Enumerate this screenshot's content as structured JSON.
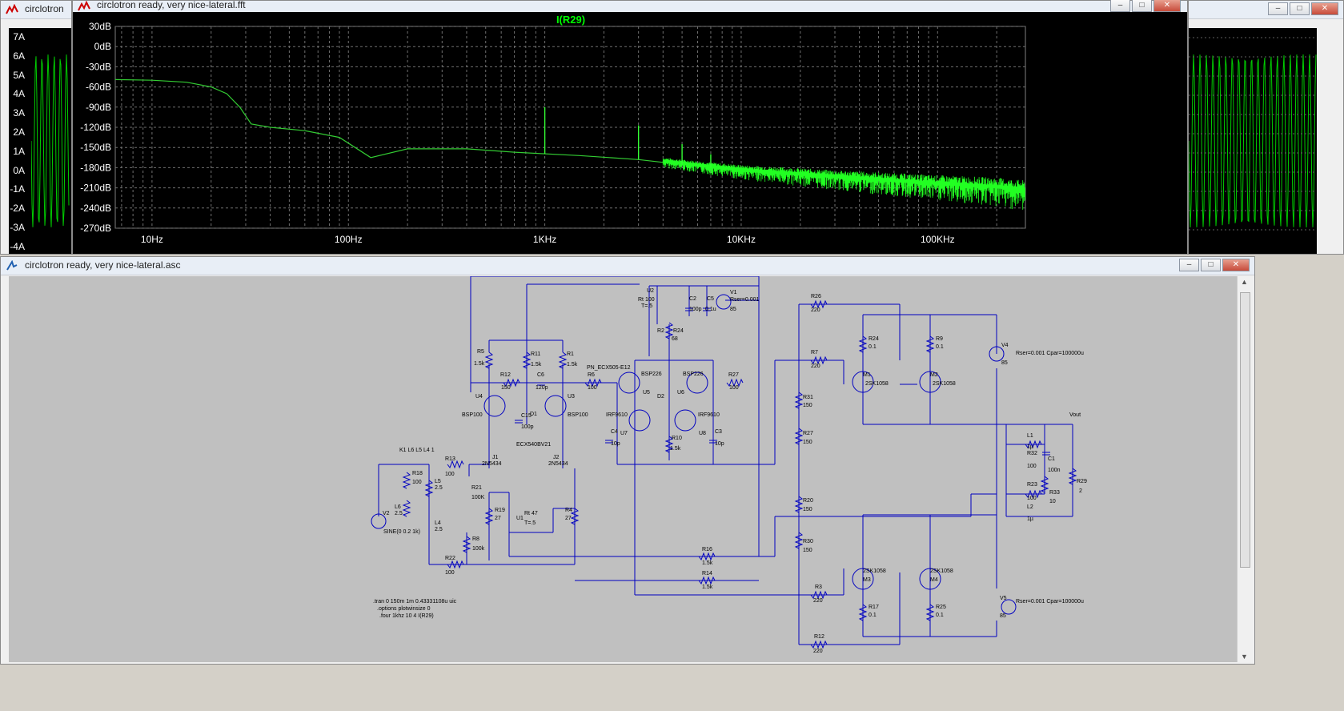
{
  "windows": {
    "time_plot": {
      "title": "circlotron",
      "y_ticks": [
        "7A",
        "6A",
        "5A",
        "4A",
        "3A",
        "2A",
        "1A",
        "0A",
        "-1A",
        "-2A",
        "-3A",
        "-4A"
      ]
    },
    "fft_plot": {
      "title": "circlotron ready, very nice-lateral.fft",
      "trace_label": "I(R29)",
      "trace_color": "#00ff00"
    },
    "schematic": {
      "title": "circlotron ready, very nice-lateral.asc",
      "wire_color": "#0000c0",
      "directives": [
        ".tran 0 150m 1m 0.43331108u uic",
        ".options plotwinsize 0",
        ".four 1khz 10 4 I(R29)"
      ],
      "labels": {
        "r5": "R5",
        "r5v": "1.5k",
        "r11": "R11",
        "r11v": "1.5k",
        "r1": "R1",
        "r1v": "1.5k",
        "r12a": "R12",
        "r12av": "150",
        "c6": "C6",
        "c6v": "120p",
        "r6": "R6",
        "r6v": "100",
        "pn": "PN_ECX505-E12",
        "r27": "R27",
        "r27v": "100",
        "u2": "U2",
        "rt": "Rt 100",
        "tv": "T=.5",
        "c2": "C2",
        "c2v": "100p",
        "c5": "C5",
        "c5v": "0.1u",
        "v1": "V1",
        "v1r": "Rser=0.001",
        "v1v": "85",
        "r2": "R2",
        "r24": "R24",
        "r24v": "68",
        "u4": "U4",
        "bsp1": "BSP100",
        "u3": "U3",
        "bsp2": "BSP100",
        "c15": "C15",
        "c15v": "100p",
        "d1": "D1",
        "ecx": "ECX540BV21",
        "u5": "U5",
        "bsp226a": "BSP226",
        "bsp226b": "BSP226",
        "u6": "U6",
        "d2": "D2",
        "irf1": "IRF9610",
        "u7": "U7",
        "irf2": "IRF9610",
        "u8": "U8",
        "c4": "C4",
        "c4v": "10p",
        "r10": "R10",
        "r10v": "1.5k",
        "c3": "C3",
        "c3v": "10p",
        "k1": "K1 L6 L5 L4 1",
        "r18": "R18",
        "r18v": "100",
        "l5": "L5",
        "l5v": "2.5",
        "l6": "L6",
        "l6v": "2.5",
        "l4": "L4",
        "l4v": "2.5",
        "v2": "V2",
        "sine": "SINE(0 0.2 1k)",
        "r13": "R13",
        "r13v": "100",
        "r21": "R21",
        "r21v": "100K",
        "j1": "J1",
        "j1t": "2N5434",
        "j2": "J2",
        "j2t": "2N5434",
        "r19": "R19",
        "r19v": "27",
        "r4": "R4",
        "r4v": "27",
        "u1": "U1",
        "rr": "Rt 47",
        "t5": "T=.5",
        "r8": "R8",
        "r8v": "100k",
        "r22": "R22",
        "r22v": "100",
        "r16": "R16",
        "r16v": "1.5k",
        "r14": "R14",
        "r14v": "1.5k",
        "r26": "R26",
        "r26v": "220",
        "r24b": "R24",
        "r24bv": "0.1",
        "r9": "R9",
        "r9v": "0.1",
        "r7": "R7",
        "r7v": "220",
        "m1": "M1",
        "m1t": "2SK1058",
        "m2": "M2",
        "m2t": "2SK1058",
        "r31": "R31",
        "r31v": "150",
        "r27b": "R27",
        "r27bv": "150",
        "r20": "R20",
        "r20v": "150",
        "r30": "R30",
        "r30v": "150",
        "r3": "R3",
        "r3v": "220",
        "m3": "M3",
        "m3t": "2SK1058",
        "m4": "M4",
        "m4t": "2SK1058",
        "r17": "R17",
        "r17v": "0.1",
        "r25": "R25",
        "r25v": "0.1",
        "r12b": "R12",
        "r12bv": "220",
        "v4": "V4",
        "v4r": "Rser=0.001 Cpar=100000u",
        "v4v": "85",
        "v5": "V5",
        "v5r": "Rser=0.001 Cpar=100000u",
        "v5v": "85",
        "l1": "L1",
        "l1v": "1µ",
        "l2": "L2",
        "l2v": "1µ",
        "r32": "R32",
        "r32v": "100",
        "c1": "C1",
        "c1v": "100n",
        "r33": "R33",
        "r33v": "10",
        "r23": "R23",
        "r23v": "100",
        "r29": "R29",
        "r29v": "2",
        "vout": "Vout"
      }
    }
  },
  "chart_data": {
    "type": "line",
    "title": "I(R29)",
    "x_scale": "log",
    "x_range": [
      6.5,
      280000
    ],
    "y_range": [
      -270,
      30
    ],
    "x_ticks": [
      "10Hz",
      "100Hz",
      "1KHz",
      "10KHz",
      "100KHz"
    ],
    "y_ticks": [
      "30dB",
      "0dB",
      "-30dB",
      "-60dB",
      "-90dB",
      "-120dB",
      "-150dB",
      "-180dB",
      "-210dB",
      "-240dB",
      "-270dB"
    ],
    "grid": true,
    "series": [
      {
        "name": "I(R29)",
        "x": [
          6.5,
          10,
          15,
          20,
          24,
          28,
          32,
          40,
          60,
          90,
          130,
          200,
          400,
          700,
          950,
          1000,
          1050,
          1500,
          3000,
          3010,
          5000,
          5050,
          6000,
          10000,
          30000,
          100000,
          200000,
          280000
        ],
        "y": [
          -49,
          -50,
          -53,
          -60,
          -70,
          -90,
          -115,
          -120,
          -125,
          -135,
          -165,
          -152,
          -152,
          -157,
          -160,
          -90,
          -160,
          -162,
          -168,
          -117,
          -175,
          -145,
          -178,
          -185,
          -195,
          -205,
          -210,
          -215
        ]
      }
    ],
    "harmonic_peaks": [
      {
        "x": 1000,
        "y": -90
      },
      {
        "x": 3000,
        "y": -117
      },
      {
        "x": 5000,
        "y": -145
      },
      {
        "x": 7000,
        "y": -160
      }
    ]
  }
}
